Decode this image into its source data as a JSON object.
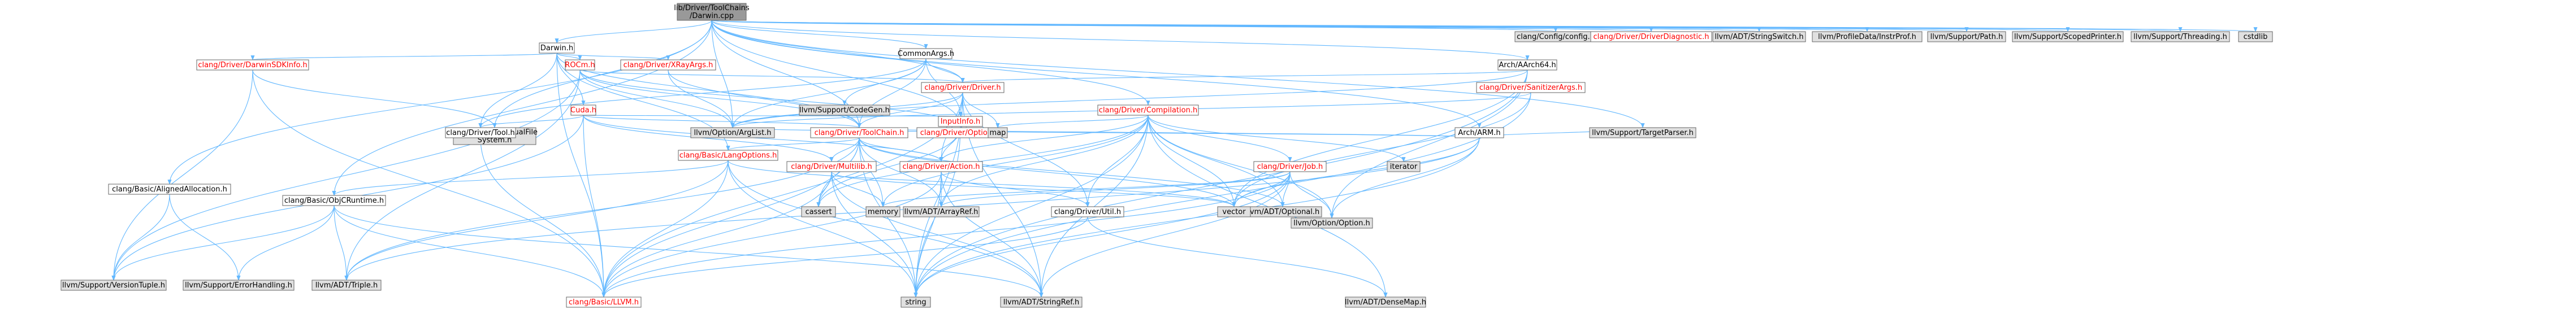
{
  "graph": {
    "colors": {
      "root_fill": "#999999",
      "gray_fill": "#e0e0e0",
      "white_fill": "#ffffff",
      "red_text": "#ff0000",
      "black_text": "#000000",
      "edge": "#63b8ff"
    },
    "nodes": [
      {
        "id": "root",
        "lines": [
          "lib/Driver/ToolChains",
          "/Darwin.cpp"
        ],
        "style": "root"
      },
      {
        "id": "darwin",
        "lines": [
          "Darwin.h"
        ],
        "style": "white-black"
      },
      {
        "id": "darwinsdk",
        "lines": [
          "clang/Driver/DarwinSDKInfo.h"
        ],
        "style": "white-red"
      },
      {
        "id": "vfs",
        "lines": [
          "llvm/Support/VirtualFile",
          "System.h"
        ],
        "style": "gray"
      },
      {
        "id": "rocm",
        "lines": [
          "ROCm.h"
        ],
        "style": "white-red"
      },
      {
        "id": "xray",
        "lines": [
          "clang/Driver/XRayArgs.h"
        ],
        "style": "white-red"
      },
      {
        "id": "cuda",
        "lines": [
          "Cuda.h"
        ],
        "style": "white-red"
      },
      {
        "id": "commonargs",
        "lines": [
          "CommonArgs.h"
        ],
        "style": "white-black"
      },
      {
        "id": "codegen",
        "lines": [
          "llvm/Support/CodeGen.h"
        ],
        "style": "gray"
      },
      {
        "id": "driverh",
        "lines": [
          "clang/Driver/Driver.h"
        ],
        "style": "white-red"
      },
      {
        "id": "inputinfo",
        "lines": [
          "InputInfo.h"
        ],
        "style": "white-red"
      },
      {
        "id": "tool",
        "lines": [
          "clang/Driver/Tool.h"
        ],
        "style": "white-black"
      },
      {
        "id": "arglist",
        "lines": [
          "llvm/Option/ArgList.h"
        ],
        "style": "gray"
      },
      {
        "id": "toolchain",
        "lines": [
          "clang/Driver/ToolChain.h"
        ],
        "style": "white-red"
      },
      {
        "id": "options",
        "lines": [
          "clang/Driver/Options.h"
        ],
        "style": "white-red"
      },
      {
        "id": "langopts",
        "lines": [
          "clang/Basic/LangOptions.h"
        ],
        "style": "white-red"
      },
      {
        "id": "multilib",
        "lines": [
          "clang/Driver/Multilib.h"
        ],
        "style": "white-red"
      },
      {
        "id": "action",
        "lines": [
          "clang/Driver/Action.h"
        ],
        "style": "white-red"
      },
      {
        "id": "alignedalloc",
        "lines": [
          "clang/Basic/AlignedAllocation.h"
        ],
        "style": "white-black"
      },
      {
        "id": "objcruntime",
        "lines": [
          "clang/Basic/ObjCRuntime.h"
        ],
        "style": "white-black"
      },
      {
        "id": "versiontuple",
        "lines": [
          "llvm/Support/VersionTuple.h"
        ],
        "style": "gray"
      },
      {
        "id": "errorhandling",
        "lines": [
          "llvm/Support/ErrorHandling.h"
        ],
        "style": "gray"
      },
      {
        "id": "triple",
        "lines": [
          "llvm/ADT/Triple.h"
        ],
        "style": "gray"
      },
      {
        "id": "llvmh",
        "lines": [
          "clang/Basic/LLVM.h"
        ],
        "style": "white-red"
      },
      {
        "id": "cassert",
        "lines": [
          "cassert"
        ],
        "style": "gray"
      },
      {
        "id": "memory",
        "lines": [
          "memory"
        ],
        "style": "gray"
      },
      {
        "id": "arrayref",
        "lines": [
          "llvm/ADT/ArrayRef.h"
        ],
        "style": "gray"
      },
      {
        "id": "stringref",
        "lines": [
          "llvm/ADT/StringRef.h"
        ],
        "style": "gray"
      },
      {
        "id": "string",
        "lines": [
          "string"
        ],
        "style": "gray"
      },
      {
        "id": "map",
        "lines": [
          "map"
        ],
        "style": "gray"
      },
      {
        "id": "util",
        "lines": [
          "clang/Driver/Util.h"
        ],
        "style": "white-black"
      },
      {
        "id": "optional",
        "lines": [
          "llvm/ADT/Optional.h"
        ],
        "style": "gray"
      },
      {
        "id": "vector",
        "lines": [
          "vector"
        ],
        "style": "gray"
      },
      {
        "id": "optionh",
        "lines": [
          "llvm/Option/Option.h"
        ],
        "style": "gray"
      },
      {
        "id": "densemap",
        "lines": [
          "llvm/ADT/DenseMap.h"
        ],
        "style": "gray"
      },
      {
        "id": "compilation",
        "lines": [
          "clang/Driver/Compilation.h"
        ],
        "style": "white-red"
      },
      {
        "id": "job",
        "lines": [
          "clang/Driver/Job.h"
        ],
        "style": "white-red"
      },
      {
        "id": "iterator",
        "lines": [
          "iterator"
        ],
        "style": "gray"
      },
      {
        "id": "aarch64",
        "lines": [
          "Arch/AArch64.h"
        ],
        "style": "white-black"
      },
      {
        "id": "sanitizer",
        "lines": [
          "clang/Driver/SanitizerArgs.h"
        ],
        "style": "white-red"
      },
      {
        "id": "arm",
        "lines": [
          "Arch/ARM.h"
        ],
        "style": "white-black"
      },
      {
        "id": "targetparser",
        "lines": [
          "llvm/Support/TargetParser.h"
        ],
        "style": "gray"
      },
      {
        "id": "config",
        "lines": [
          "clang/Config/config.h"
        ],
        "style": "gray"
      },
      {
        "id": "diagnostic",
        "lines": [
          "clang/Driver/DriverDiagnostic.h"
        ],
        "style": "white-red"
      },
      {
        "id": "stringswitch",
        "lines": [
          "llvm/ADT/StringSwitch.h"
        ],
        "style": "gray"
      },
      {
        "id": "instrprof",
        "lines": [
          "llvm/ProfileData/InstrProf.h"
        ],
        "style": "gray"
      },
      {
        "id": "path",
        "lines": [
          "llvm/Support/Path.h"
        ],
        "style": "gray"
      },
      {
        "id": "scopedprinter",
        "lines": [
          "llvm/Support/ScopedPrinter.h"
        ],
        "style": "gray"
      },
      {
        "id": "threading",
        "lines": [
          "llvm/Support/Threading.h"
        ],
        "style": "gray"
      },
      {
        "id": "cstdlib",
        "lines": [
          "cstdlib"
        ],
        "style": "gray"
      }
    ]
  }
}
